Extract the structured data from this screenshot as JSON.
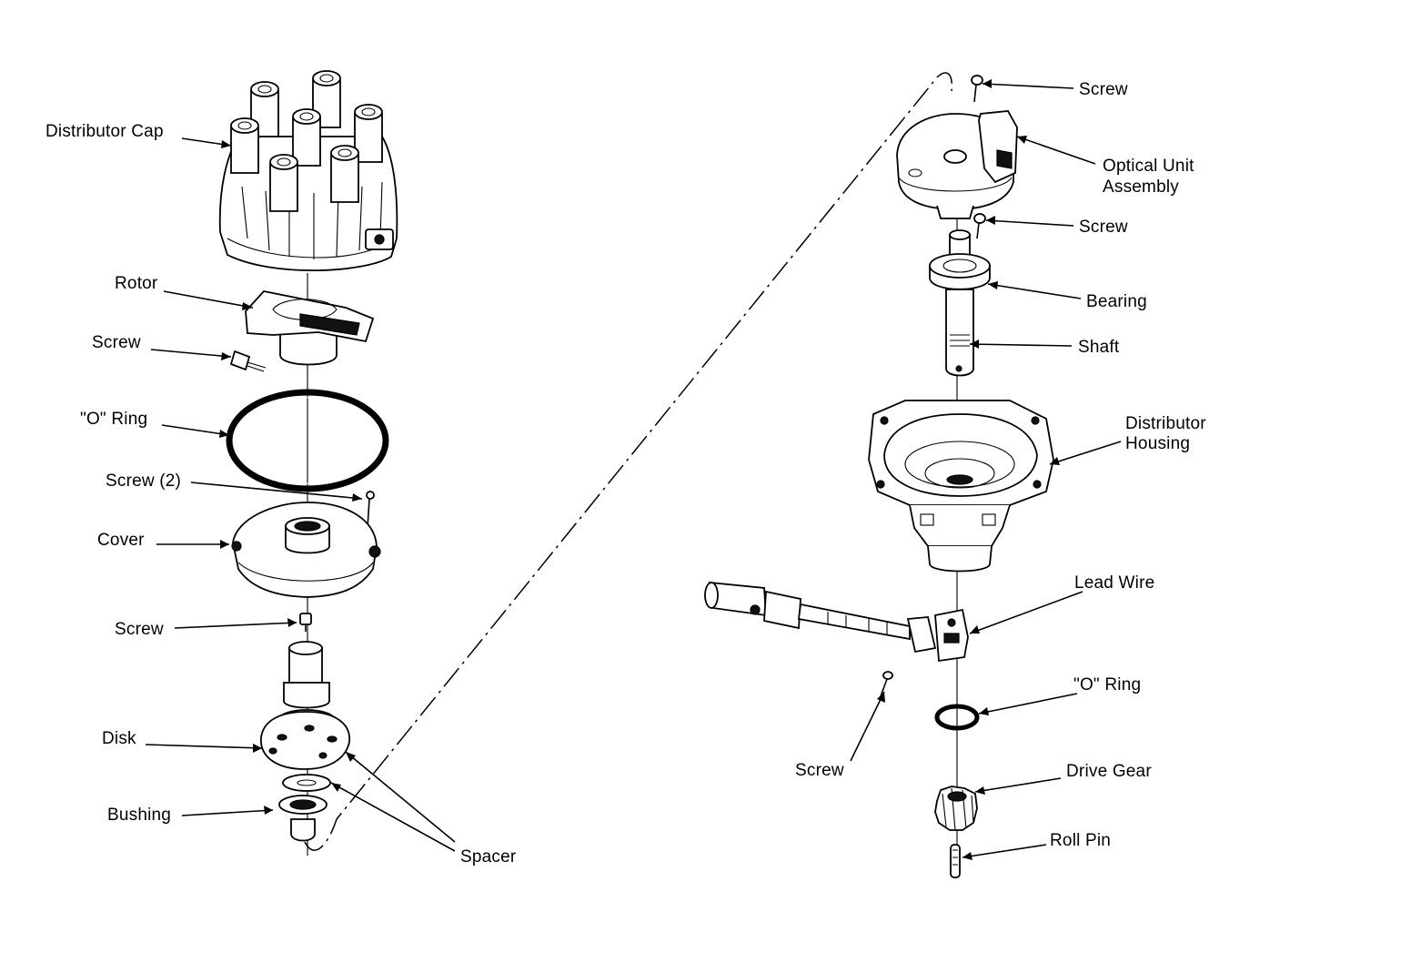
{
  "labels": {
    "left": {
      "distributor_cap": "Distributor Cap",
      "rotor": "Rotor",
      "screw_rotor": "Screw",
      "o_ring": "\"O\" Ring",
      "screw_2": "Screw (2)",
      "cover": "Cover",
      "screw_cover": "Screw",
      "disk": "Disk",
      "bushing": "Bushing",
      "spacer": "Spacer"
    },
    "right": {
      "screw_top": "Screw",
      "optical_unit_line1": "Optical Unit",
      "optical_unit_line2": "Assembly",
      "screw_optical": "Screw",
      "bearing": "Bearing",
      "shaft": "Shaft",
      "housing_line1": "Distributor",
      "housing_line2": "Housing",
      "lead_wire": "Lead Wire",
      "o_ring": "\"O\" Ring",
      "screw_lead": "Screw",
      "drive_gear": "Drive Gear",
      "roll_pin": "Roll Pin"
    }
  }
}
